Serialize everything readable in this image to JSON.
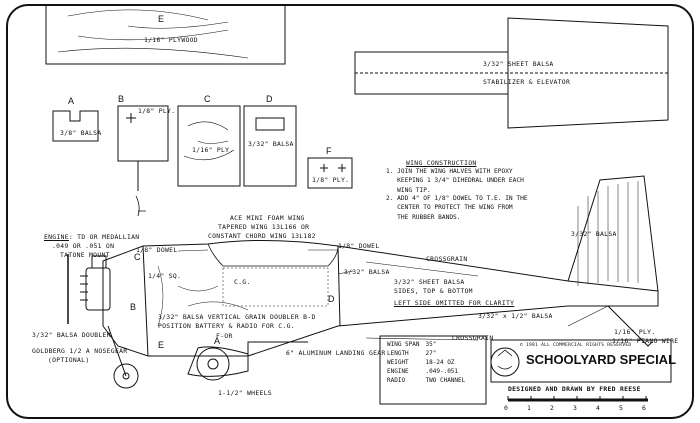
{
  "plan": {
    "parts": {
      "e_label": "E",
      "e_text": "1/16\" PLYWOOD",
      "a_label": "A",
      "a_text": "3/8\" BALSA",
      "b_label": "B",
      "b_text": "1/8\" PLY.",
      "c_label": "C",
      "c_text": "1/16\" PLY.",
      "d_label": "D",
      "d_text": "3/32\" BALSA",
      "f_label": "F",
      "f_text": "1/8\" PLY."
    },
    "stabilizer": {
      "line1": "3/32\" SHEET BALSA",
      "line2": "STABILIZER & ELEVATOR"
    },
    "wing_construction": {
      "heading": "WING CONSTRUCTION",
      "steps": [
        "1. JOIN THE WING HALVES WITH EPOXY\n   KEEPING 1 3/4\" DIHEDRAL UNDER EACH\n   WING TIP.",
        "2. ADD 4\" OF 1/8\" DOWEL TO T.E. IN THE\n   CENTER TO PROTECT THE WING FROM\n   THE RUBBER BANDS."
      ]
    },
    "fuselage": {
      "engine_heading": "ENGINE",
      "engine_rest": ": TD OR MEDALLIAN",
      "engine_line2": ".049 OR .051 ON",
      "engine_line3": "TATONE MOUNT",
      "wing_note_1": "ACE MINI FOAM WING",
      "wing_note_2": "TAPERED WING 13L166 OR",
      "wing_note_3": "CONSTANT CHORD WING 13L182",
      "dowel_front": "1/8\" DOWEL",
      "dowel_rear": "1/8\" DOWEL",
      "sq": "1/4\" SQ.",
      "crossgrain_top": "CROSSGRAIN",
      "crossgrain_bottom": "CROSSGRAIN",
      "sheet_balsa": "3/32\" SHEET BALSA",
      "sides": "SIDES, TOP & BOTTOM",
      "left_side": "LEFT SIDE OMITTED FOR CLARITY",
      "balsa_332": "3/32\" BALSA",
      "balsa_332_half": "3/32\" x 1/2\" BALSA",
      "fin_balsa": "3/32\" BALSA",
      "cg": "C.G.",
      "doubler_note_1": "3/32\" BALSA VERTICAL GRAIN DOUBLER B-D",
      "doubler_note_2": "POSITION BATTERY & RADIO FOR C.G.",
      "f_or": "F-OR",
      "balsa_doubler": "3/32\" BALSA DOUBLER",
      "nosegear_1": "GOLDBERG 1/2 A NOSEGEAR",
      "nosegear_2": "(OPTIONAL)",
      "landing_gear": "6\" ALUMINUM LANDING GEAR",
      "wheels": "1-1/2\" WHEELS",
      "ply_116": "1/16\" PLY.",
      "piano_wire": "1/16\" PIANO WIRE",
      "letter_c": "C",
      "letter_b": "B",
      "letter_d": "D",
      "letter_e": "E",
      "letter_a": "A"
    },
    "specs": [
      {
        "k": "WING SPAN",
        "v": "35\""
      },
      {
        "k": "LENGTH",
        "v": "27\""
      },
      {
        "k": "WEIGHT",
        "v": "18-24 OZ"
      },
      {
        "k": "ENGINE",
        "v": ".049-.051"
      },
      {
        "k": "RADIO",
        "v": "TWO CHANNEL"
      }
    ],
    "title": "SCHOOLYARD SPECIAL",
    "copyright": "© 1981 ALL COMMERCIAL RIGHTS RESERVED",
    "designer": "DESIGNED AND DRAWN BY FRED REESE",
    "scale_ticks": [
      "0",
      "1",
      "2",
      "3",
      "4",
      "5",
      "6"
    ]
  }
}
